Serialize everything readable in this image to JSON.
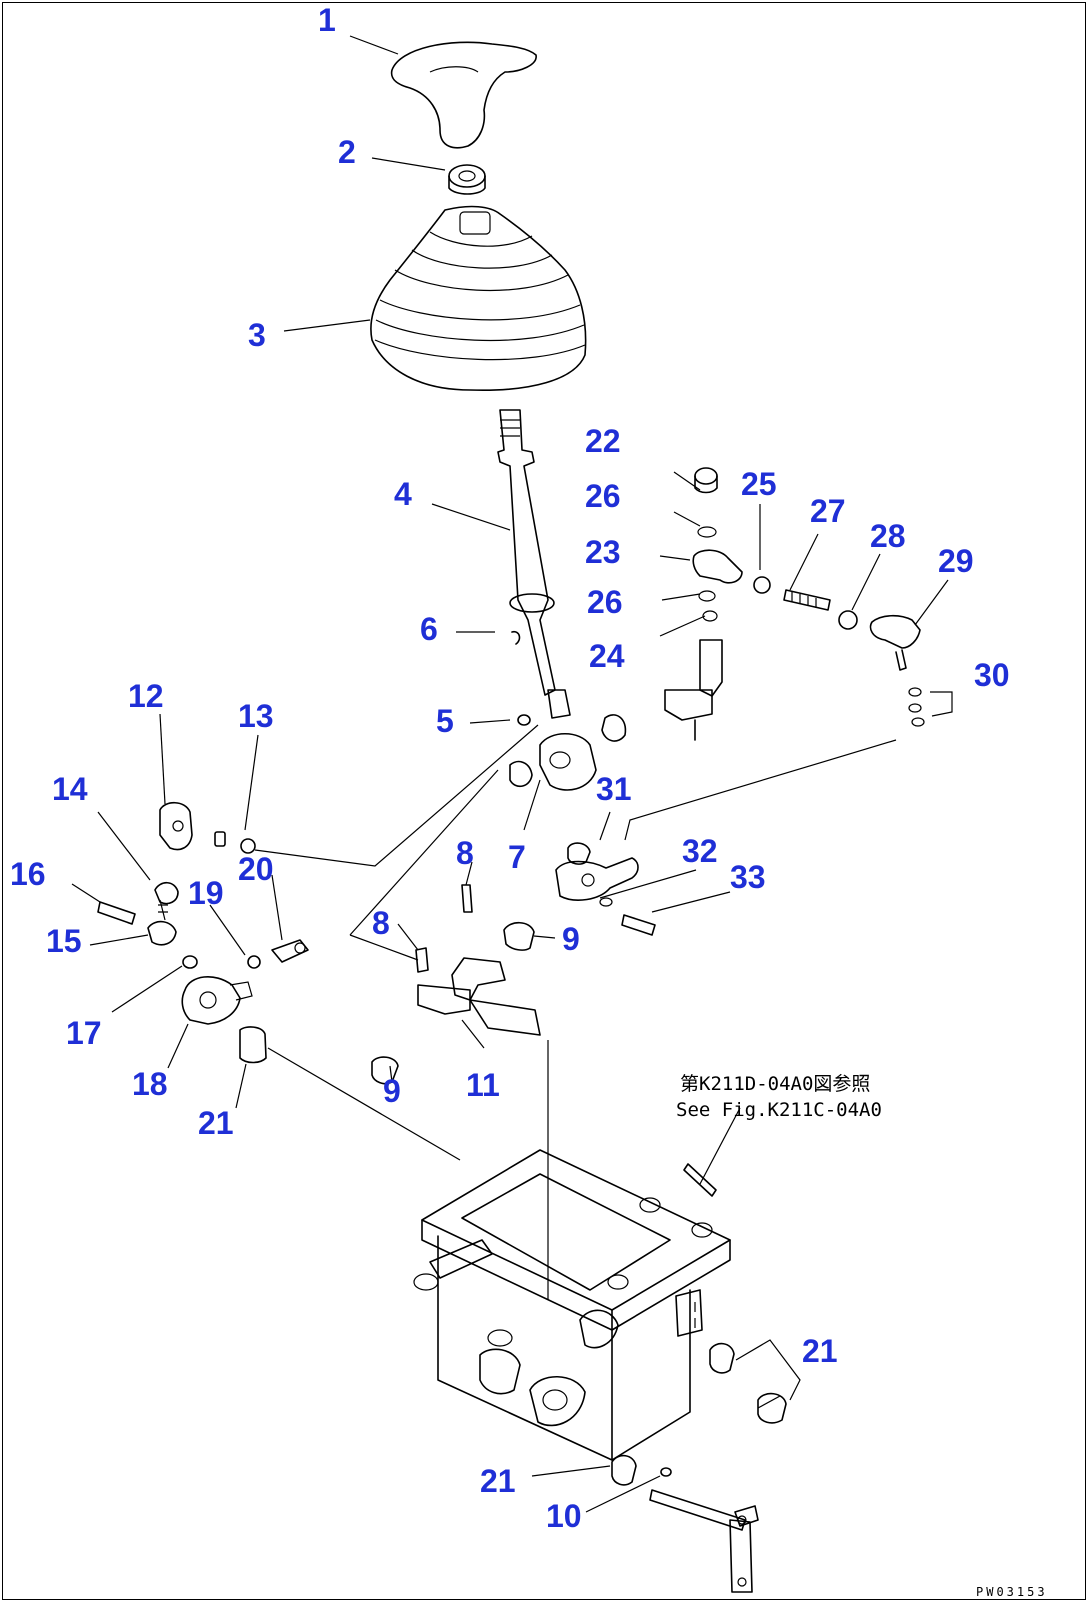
{
  "diagram": {
    "callouts": [
      {
        "id": "1",
        "label": "1"
      },
      {
        "id": "2",
        "label": "2"
      },
      {
        "id": "3",
        "label": "3"
      },
      {
        "id": "4",
        "label": "4"
      },
      {
        "id": "5",
        "label": "5"
      },
      {
        "id": "6",
        "label": "6"
      },
      {
        "id": "7",
        "label": "7"
      },
      {
        "id": "8a",
        "label": "8"
      },
      {
        "id": "8b",
        "label": "8"
      },
      {
        "id": "9a",
        "label": "9"
      },
      {
        "id": "9b",
        "label": "9"
      },
      {
        "id": "10",
        "label": "10"
      },
      {
        "id": "11",
        "label": "11"
      },
      {
        "id": "12",
        "label": "12"
      },
      {
        "id": "13",
        "label": "13"
      },
      {
        "id": "14",
        "label": "14"
      },
      {
        "id": "15",
        "label": "15"
      },
      {
        "id": "16",
        "label": "16"
      },
      {
        "id": "17",
        "label": "17"
      },
      {
        "id": "18",
        "label": "18"
      },
      {
        "id": "19",
        "label": "19"
      },
      {
        "id": "20",
        "label": "20"
      },
      {
        "id": "21a",
        "label": "21"
      },
      {
        "id": "21b",
        "label": "21"
      },
      {
        "id": "21c",
        "label": "21"
      },
      {
        "id": "22",
        "label": "22"
      },
      {
        "id": "23",
        "label": "23"
      },
      {
        "id": "24",
        "label": "24"
      },
      {
        "id": "25",
        "label": "25"
      },
      {
        "id": "26a",
        "label": "26"
      },
      {
        "id": "26b",
        "label": "26"
      },
      {
        "id": "27",
        "label": "27"
      },
      {
        "id": "28",
        "label": "28"
      },
      {
        "id": "29",
        "label": "29"
      },
      {
        "id": "30",
        "label": "30"
      },
      {
        "id": "31",
        "label": "31"
      },
      {
        "id": "32",
        "label": "32"
      },
      {
        "id": "33",
        "label": "33"
      }
    ],
    "reference_note": {
      "line1": "第K211D-04A0図参照",
      "line2": "See Fig.K211C-04A0"
    },
    "drawing_code": "PW03153"
  }
}
